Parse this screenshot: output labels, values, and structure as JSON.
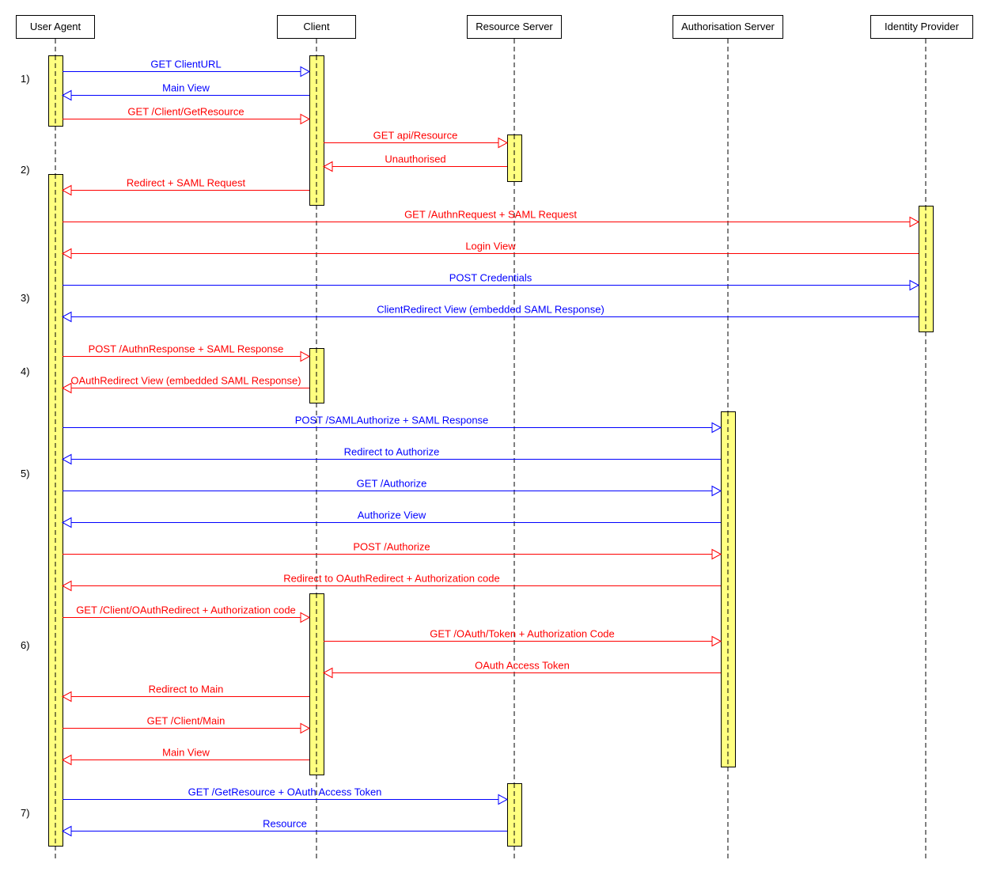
{
  "colors": {
    "blue": "#0000ff",
    "red": "#ff0000",
    "activation_fill": "#ffff80",
    "line": "#000000"
  },
  "participants": [
    {
      "id": "ua",
      "label": "User Agent"
    },
    {
      "id": "client",
      "label": "Client"
    },
    {
      "id": "rs",
      "label": "Resource Server"
    },
    {
      "id": "as",
      "label": "Authorisation Server"
    },
    {
      "id": "idp",
      "label": "Identity Provider"
    }
  ],
  "steps": [
    "1)",
    "2)",
    "3)",
    "4)",
    "5)",
    "6)",
    "7)"
  ],
  "messages": [
    {
      "from": "ua",
      "to": "client",
      "color": "blue",
      "label": "GET ClientURL"
    },
    {
      "from": "client",
      "to": "ua",
      "color": "blue",
      "label": "Main View"
    },
    {
      "from": "ua",
      "to": "client",
      "color": "red",
      "label": "GET /Client/GetResource"
    },
    {
      "from": "client",
      "to": "rs",
      "color": "red",
      "label": "GET api/Resource"
    },
    {
      "from": "rs",
      "to": "client",
      "color": "red",
      "label": "Unauthorised"
    },
    {
      "from": "client",
      "to": "ua",
      "color": "red",
      "label": "Redirect + SAML Request"
    },
    {
      "from": "ua",
      "to": "idp",
      "color": "red",
      "label": "GET /AuthnRequest + SAML Request"
    },
    {
      "from": "idp",
      "to": "ua",
      "color": "red",
      "label": "Login View"
    },
    {
      "from": "ua",
      "to": "idp",
      "color": "blue",
      "label": "POST Credentials"
    },
    {
      "from": "idp",
      "to": "ua",
      "color": "blue",
      "label": "ClientRedirect View (embedded SAML Response)"
    },
    {
      "from": "ua",
      "to": "client",
      "color": "red",
      "label": "POST /AuthnResponse + SAML Response"
    },
    {
      "from": "client",
      "to": "ua",
      "color": "red",
      "label": "OAuthRedirect View (embedded SAML Response)"
    },
    {
      "from": "ua",
      "to": "as",
      "color": "blue",
      "label": "POST /SAMLAuthorize + SAML Response"
    },
    {
      "from": "as",
      "to": "ua",
      "color": "blue",
      "label": "Redirect to Authorize"
    },
    {
      "from": "ua",
      "to": "as",
      "color": "blue",
      "label": "GET /Authorize"
    },
    {
      "from": "as",
      "to": "ua",
      "color": "blue",
      "label": "Authorize View"
    },
    {
      "from": "ua",
      "to": "as",
      "color": "red",
      "label": "POST /Authorize"
    },
    {
      "from": "as",
      "to": "ua",
      "color": "red",
      "label": "Redirect to OAuthRedirect + Authorization code"
    },
    {
      "from": "ua",
      "to": "client",
      "color": "red",
      "label": "GET /Client/OAuthRedirect + Authorization code"
    },
    {
      "from": "client",
      "to": "as",
      "color": "red",
      "label": "GET /OAuth/Token + Authorization Code"
    },
    {
      "from": "as",
      "to": "client",
      "color": "red",
      "label": "OAuth Access Token"
    },
    {
      "from": "client",
      "to": "ua",
      "color": "red",
      "label": "Redirect to Main"
    },
    {
      "from": "ua",
      "to": "client",
      "color": "red",
      "label": "GET /Client/Main"
    },
    {
      "from": "client",
      "to": "ua",
      "color": "red",
      "label": "Main View"
    },
    {
      "from": "ua",
      "to": "rs",
      "color": "blue",
      "label": "GET /GetResource + OAuth Access Token"
    },
    {
      "from": "rs",
      "to": "ua",
      "color": "blue",
      "label": "Resource"
    }
  ]
}
